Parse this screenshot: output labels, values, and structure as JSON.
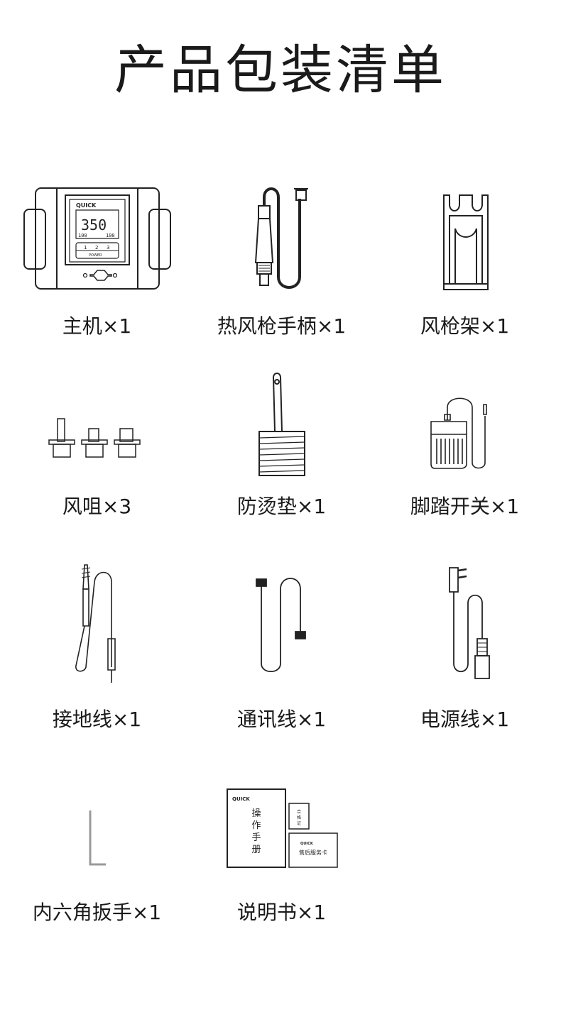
{
  "title": "产品包装清单",
  "brand": "QUICK",
  "items": [
    {
      "name": "main-unit",
      "label": "主机×1",
      "display": {
        "temp": "350",
        "left": "100",
        "right": "100",
        "keys": [
          "1",
          "2",
          "3"
        ],
        "power": "POWER"
      }
    },
    {
      "name": "hot-air-handle",
      "label": "热风枪手柄×1"
    },
    {
      "name": "gun-holder",
      "label": "风枪架×1"
    },
    {
      "name": "nozzles",
      "label": "风咀×3"
    },
    {
      "name": "heat-pad",
      "label": "防烫垫×1"
    },
    {
      "name": "foot-switch",
      "label": "脚踏开关×1"
    },
    {
      "name": "ground-wire",
      "label": "接地线×1"
    },
    {
      "name": "comm-cable",
      "label": "通讯线×1"
    },
    {
      "name": "power-cord",
      "label": "电源线×1"
    },
    {
      "name": "hex-wrench",
      "label": "内六角扳手×1"
    },
    {
      "name": "manual",
      "label": "说明书×1",
      "manual_text": "操作手册",
      "cert_text": "合格证",
      "card_text": "售后服务卡"
    }
  ]
}
